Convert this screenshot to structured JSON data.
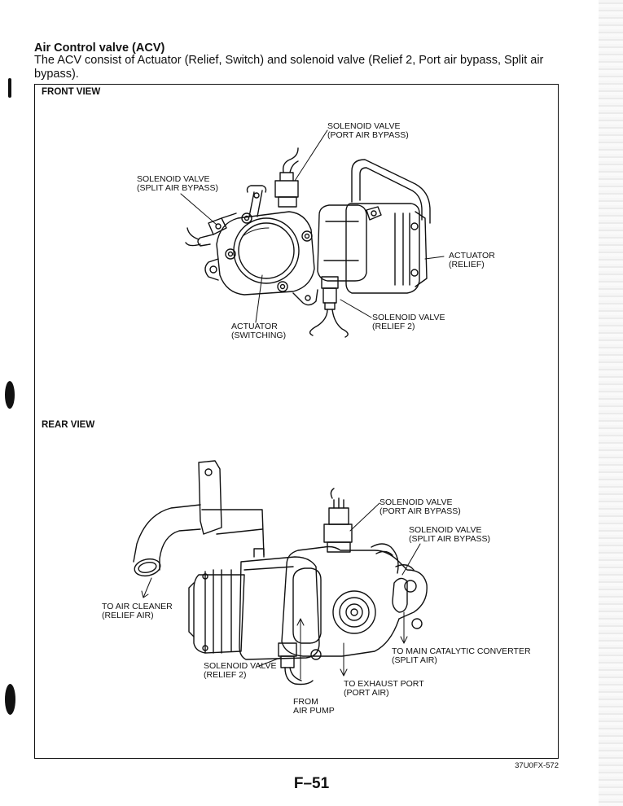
{
  "section": {
    "title": "Air Control valve (ACV)",
    "intro": "The ACV consist of Actuator (Relief, Switch) and solenoid valve (Relief 2, Port air bypass, Split air bypass)."
  },
  "front_view": {
    "label": "FRONT VIEW",
    "callouts": {
      "port_air_bypass": "SOLENOID VALVE\n(PORT AIR BYPASS)",
      "split_air_bypass": "SOLENOID VALVE\n(SPLIT AIR BYPASS)",
      "actuator_relief": "ACTUATOR\n(RELIEF)",
      "relief_2": "SOLENOID VALVE\n(RELIEF 2)",
      "actuator_switching": "ACTUATOR\n(SWITCHING)"
    }
  },
  "rear_view": {
    "label": "REAR VIEW",
    "callouts": {
      "port_air_bypass": "SOLENOID VALVE\n(PORT AIR BYPASS)",
      "split_air_bypass": "SOLENOID VALVE\n(SPLIT AIR BYPASS)",
      "to_air_cleaner": "TO AIR CLEANER\n(RELIEF AIR)",
      "to_main_catalytic": "TO MAIN CATALYTIC CONVERTER\n(SPLIT AIR)",
      "relief_2": "SOLENOID VALVE\n(RELIEF 2)",
      "to_exhaust_port": "TO EXHAUST PORT\n(PORT AIR)",
      "from_air_pump": "FROM\nAIR PUMP"
    }
  },
  "figure_code": "37U0FX-572",
  "page_number": "F–51"
}
